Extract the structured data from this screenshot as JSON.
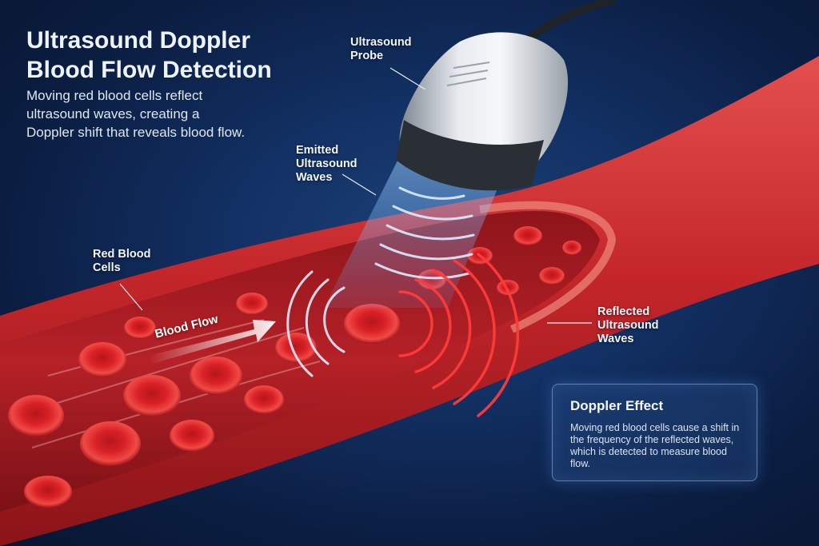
{
  "title": "Ultrasound Doppler\nBlood Flow Detection",
  "subtitle": "Moving red blood cells reflect ultrasound waves, creating a Doppler shift that reveals blood flow.",
  "labels": {
    "probe": "Ultrasound\nProbe",
    "emitted": "Emitted\nUltrasound\nWaves",
    "cells": "Red Blood\nCells",
    "flow": "Blood Flow",
    "reflected": "Reflected\nUltrasound\nWaves"
  },
  "doppler": {
    "heading": "Doppler Effect",
    "body": "Moving red blood cells cause a shift in the frequency of the reflected waves, which is detected to measure blood flow."
  },
  "colors": {
    "background": "#0b1e42",
    "vessel": "#c4262a",
    "blood_cell": "#d81f24",
    "emitted_wave": "#cfe4ff",
    "reflected_wave": "#ff3b3b"
  }
}
